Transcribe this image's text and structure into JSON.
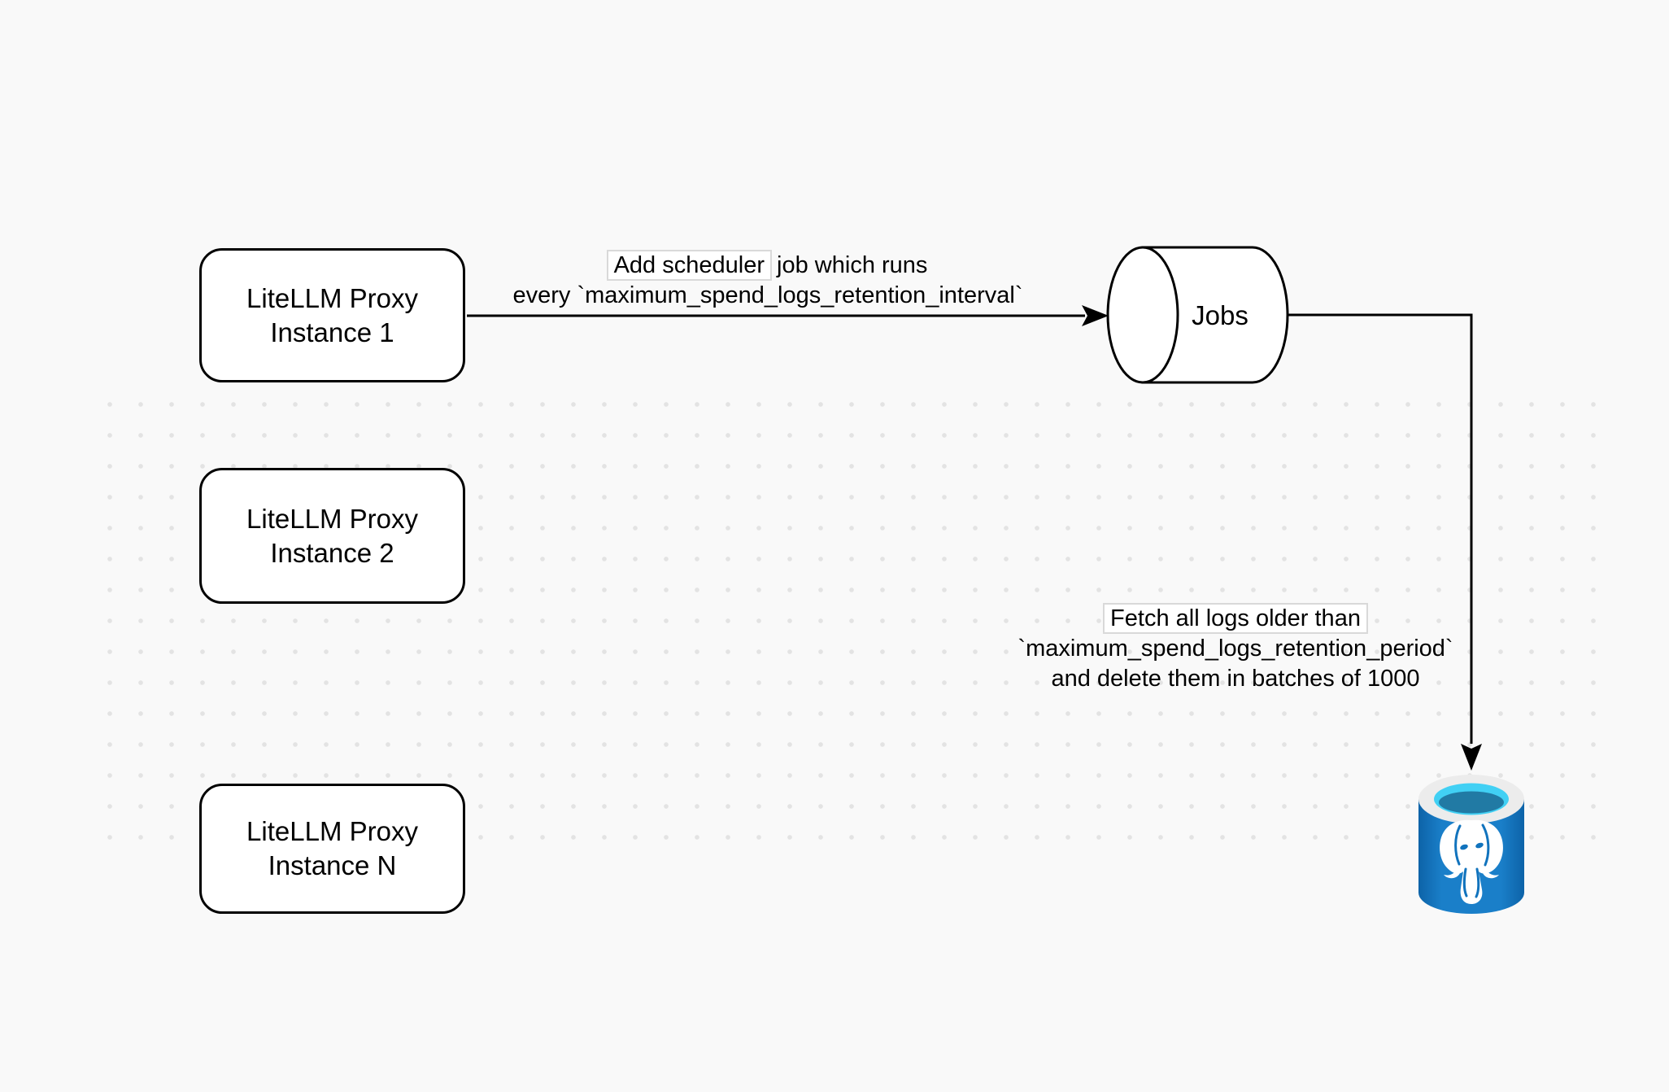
{
  "colors": {
    "background": "#f9f9f9",
    "dot": "#e3e3e3",
    "stroke": "#000000",
    "node_fill": "#ffffff",
    "text": "#000000",
    "label_bg": "#ffffff",
    "label_box_border": "#d9d9d9",
    "postgres_body_blue": "#1173bd",
    "postgres_body_dark": "#0d63a8",
    "postgres_body_light": "#1a7fc9",
    "postgres_rim": "#ececec",
    "postgres_cyan": "#41d0f4",
    "postgres_inner": "#217aa4",
    "elephant_white": "#ffffff"
  },
  "nodes": {
    "instance1": {
      "line1": "LiteLLM Proxy",
      "line2": "Instance 1"
    },
    "instance2": {
      "line1": "LiteLLM Proxy",
      "line2": "Instance 2"
    },
    "instanceN": {
      "line1": "LiteLLM Proxy",
      "line2": "Instance N"
    },
    "jobs": {
      "label": "Jobs"
    },
    "postgres": {
      "icon": "postgresql-database"
    }
  },
  "edges": {
    "schedule": {
      "line1_highlight": "Add scheduler",
      "line1_rest": " job which runs",
      "line2": "every `maximum_spend_logs_retention_interval`"
    },
    "fetch": {
      "line1": "Fetch all logs older than",
      "line2": "`maximum_spend_logs_retention_period`",
      "line3": "and delete them in batches of 1000"
    }
  }
}
